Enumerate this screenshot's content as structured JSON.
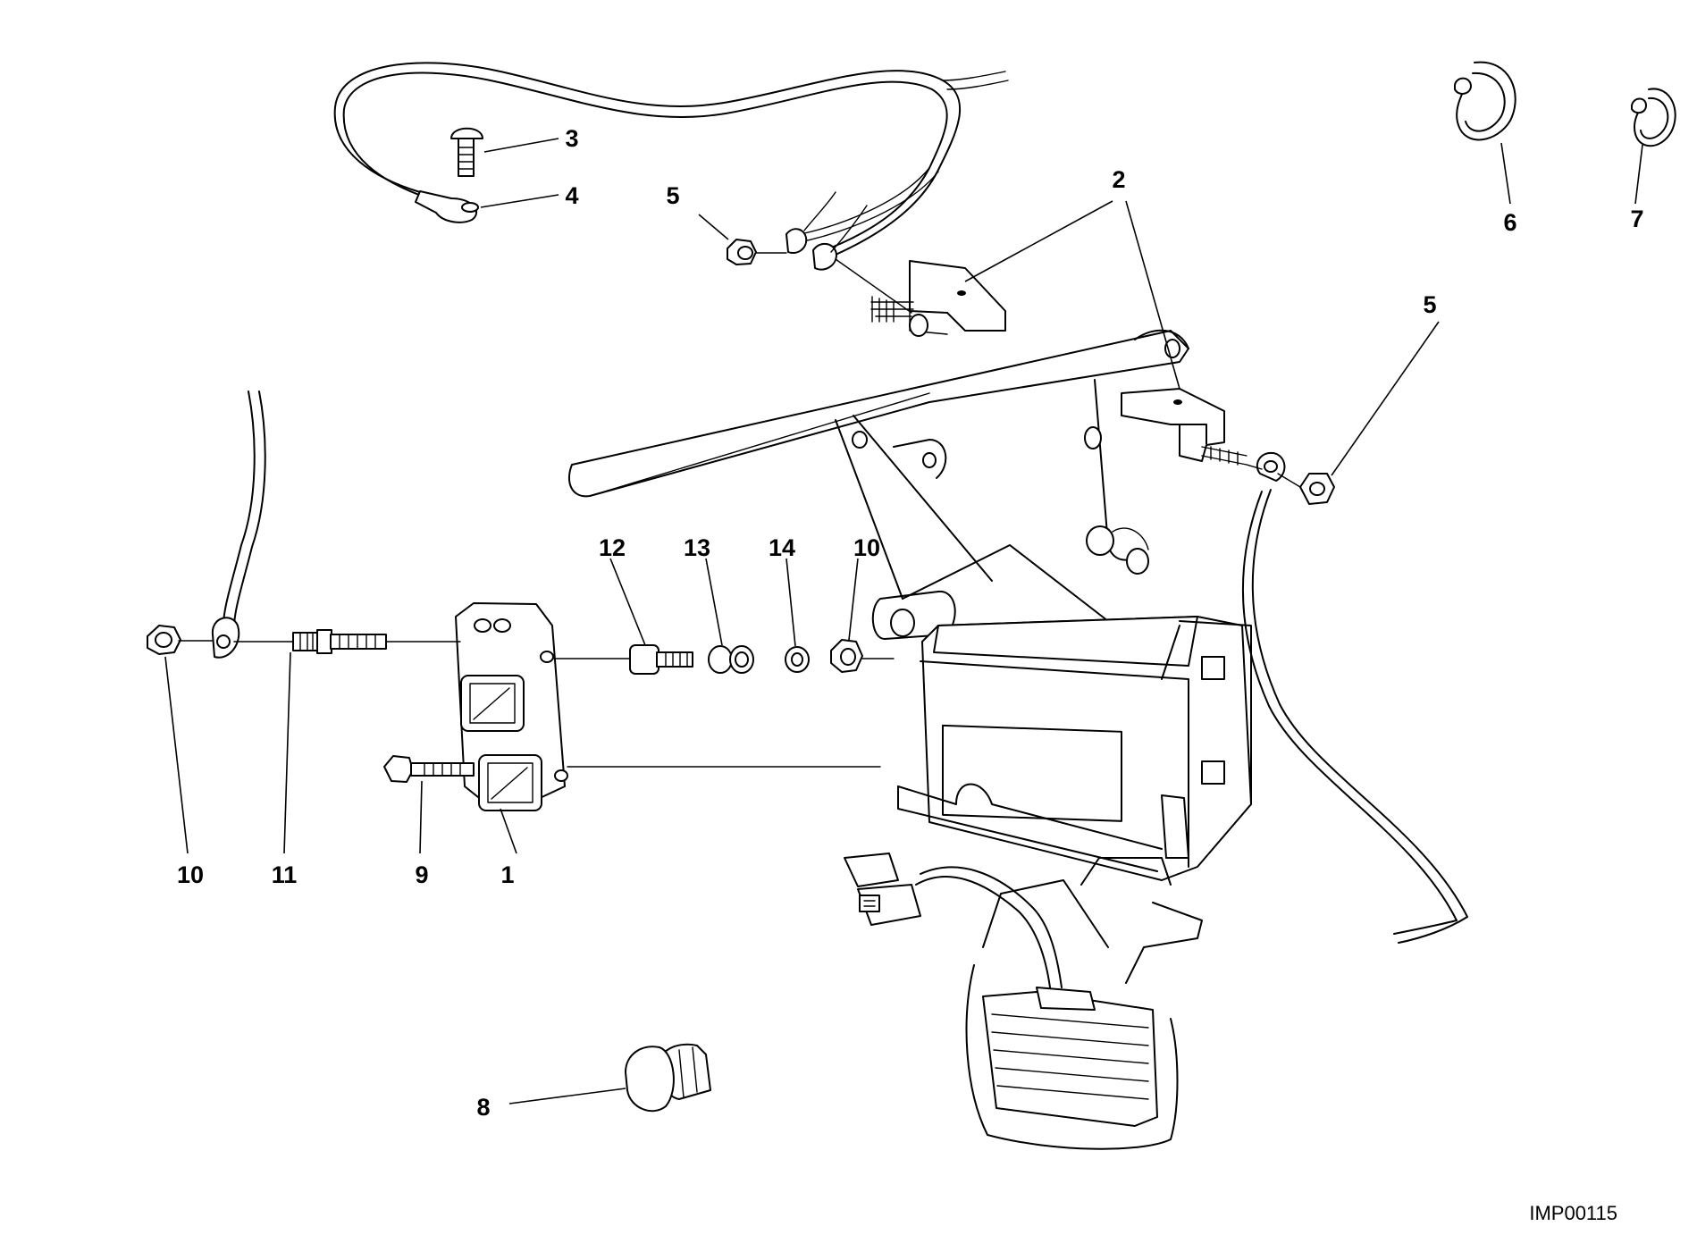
{
  "callouts": {
    "c1": "1",
    "c2": "2",
    "c3": "3",
    "c4": "4",
    "c5a": "5",
    "c5b": "5",
    "c6": "6",
    "c7": "7",
    "c8": "8",
    "c9": "9",
    "c10a": "10",
    "c10b": "10",
    "c11": "11",
    "c12": "12",
    "c13": "13",
    "c14": "14"
  },
  "reference_code": "IMP00115"
}
